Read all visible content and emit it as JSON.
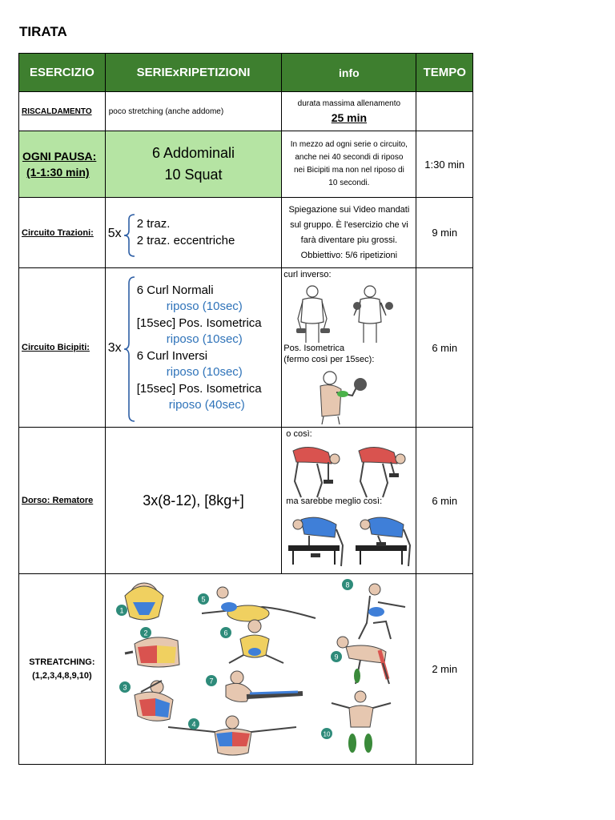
{
  "title": "TIRATA",
  "headers": {
    "exercise": "ESERCIZIO",
    "sets": "SERIExRIPETIZIONI",
    "info": "info",
    "time": "TEMPO"
  },
  "warmup": {
    "label": "RISCALDAMENTO",
    "sets": "poco stretching (anche addome)",
    "info_line1": "durata massima allenamento",
    "info_line2": "25 min",
    "time": ""
  },
  "pause": {
    "label_line1": "OGNI PAUSA:",
    "label_line2": "(1-1:30 min)",
    "sets_line1": "6 Addominali",
    "sets_line2": "10 Squat",
    "info_lines": [
      "In mezzo ad ogni serie o circuito,",
      "anche nei 40 secondi di riposo",
      "nei Bicipiti ma non nel riposo di",
      "10 secondi."
    ],
    "time": "1:30 min"
  },
  "pullups": {
    "label": "Circuito Trazioni:",
    "multiplier": "5x",
    "items": [
      "2 traz.",
      "2 traz. eccentriche"
    ],
    "info_lines": [
      "Spiegazione sui Video mandati",
      "sul gruppo. È l'esercizio che vi",
      "farà diventare piu grossi.",
      "Obbiettivo: 5/6 ripetizioni"
    ],
    "time": "9 min"
  },
  "biceps": {
    "label": "Circuito Bicipiti:",
    "multiplier": "3x",
    "items": [
      {
        "text": "6 Curl Normali",
        "rest": false
      },
      {
        "text": "riposo (10sec)",
        "rest": true
      },
      {
        "text": "[15sec] Pos. Isometrica",
        "rest": false
      },
      {
        "text": "riposo (10sec)",
        "rest": true
      },
      {
        "text": "6 Curl Inversi",
        "rest": false
      },
      {
        "text": "riposo (10sec)",
        "rest": true
      },
      {
        "text": "[15sec] Pos. Isometrica",
        "rest": false
      },
      {
        "text": "riposo (40sec)",
        "rest": true
      }
    ],
    "info_caption1": "curl inverso:",
    "info_caption2a": "Pos. Isometrica",
    "info_caption2b": "(fermo così per 15sec):",
    "time": "6 min"
  },
  "row": {
    "label": "Dorso: Rematore",
    "sets": "3x(8-12),  [8kg+]",
    "info_caption1": "o così:",
    "info_caption2": "ma sarebbe meglio così:",
    "time": "6 min"
  },
  "stretching": {
    "label_line1": "STREATCHING:",
    "label_line2": "(1,2,3,4,8,9,10)",
    "figure_numbers": [
      "1",
      "2",
      "3",
      "4",
      "5",
      "6",
      "7",
      "8",
      "9",
      "10"
    ],
    "time": "2 min"
  },
  "colors": {
    "header_green": "#3e7f2f",
    "pause_green": "#b5e4a3",
    "rest_blue": "#2f73b9",
    "muscle_red": "#d9534f",
    "muscle_blue": "#3f7fd8",
    "badge_teal": "#2e8b7a"
  }
}
